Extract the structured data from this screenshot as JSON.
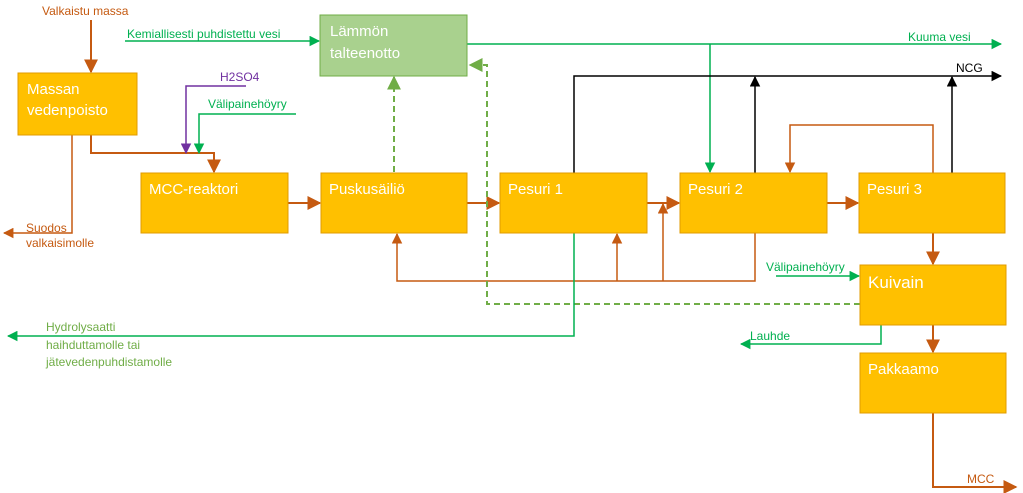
{
  "colors": {
    "process_box": "#FFC000",
    "process_box_border": "#E09B00",
    "heat_box": "#A9D18E",
    "heat_box_border": "#70AD47",
    "brown": "#C55A11",
    "green": "#00B050",
    "label_green": "#70AD47",
    "purple": "#7030A0",
    "black": "#000000"
  },
  "boxes": {
    "massan_vedenpoisto": [
      "Massan",
      "vedenpoisto"
    ],
    "lammon_talteenotto": [
      "Lämmön",
      "talteenotto"
    ],
    "mcc_reaktori": "MCC-reaktori",
    "puskusailio": "Puskusäiliö",
    "pesuri1": "Pesuri 1",
    "pesuri2": "Pesuri 2",
    "pesuri3": "Pesuri 3",
    "kuivain": "Kuivain",
    "pakkaamo": "Pakkaamo"
  },
  "labels": {
    "valkaistu_massa": "Valkaistu massa",
    "kemiallisesti_vesi": "Kemiallisesti puhdistettu vesi",
    "kuuma_vesi": "Kuuma vesi",
    "ncg": "NCG",
    "h2so4": "H2SO4",
    "valipainehoyry_1": "Välipainehöyry",
    "valipainehoyry_2": "Välipainehöyry",
    "suodos": [
      "Suodos",
      "valkaisimolle"
    ],
    "hydrolysaatti": [
      "Hydrolysaatti",
      "haihduttamolle tai",
      "jätevedenpuhdistamolle"
    ],
    "lauhde": "Lauhde",
    "mcc": "MCC"
  }
}
